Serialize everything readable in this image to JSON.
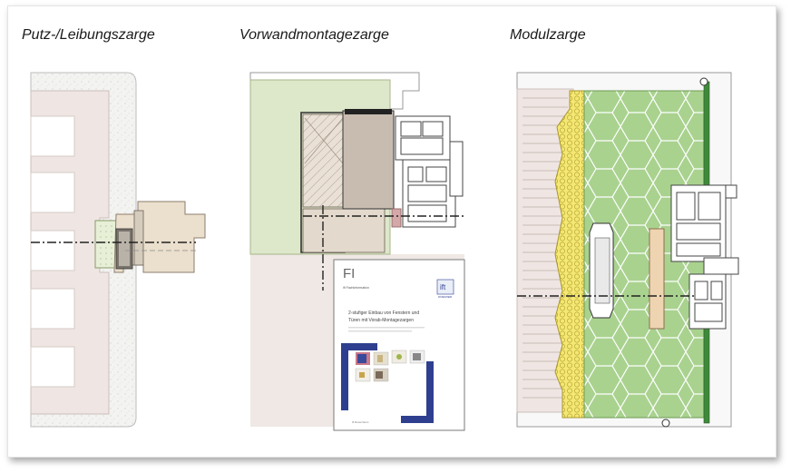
{
  "titles": {
    "left": "Putz-/Leibungszarge",
    "middle": "Vorwandmontagezarge",
    "right": "Modulzarge"
  },
  "brochure": {
    "header": "FI",
    "subheader": "ift Fachinformation",
    "logo": "ift",
    "logo_sub": "ROSENHEIM",
    "title_line1": "2-stufiger Einbau von Fenstern und",
    "title_line2": "Türen mit Vorab-Montagezargen",
    "footer": "ift Rosenheim"
  },
  "colors": {
    "masonry": "#efe8e4",
    "insulation": "#dde8c7",
    "green_block": "#a8d08d",
    "honeycomb": "#f4e97a",
    "frame": "#e8dccb",
    "brochure_accent": "#2f3f8f"
  }
}
